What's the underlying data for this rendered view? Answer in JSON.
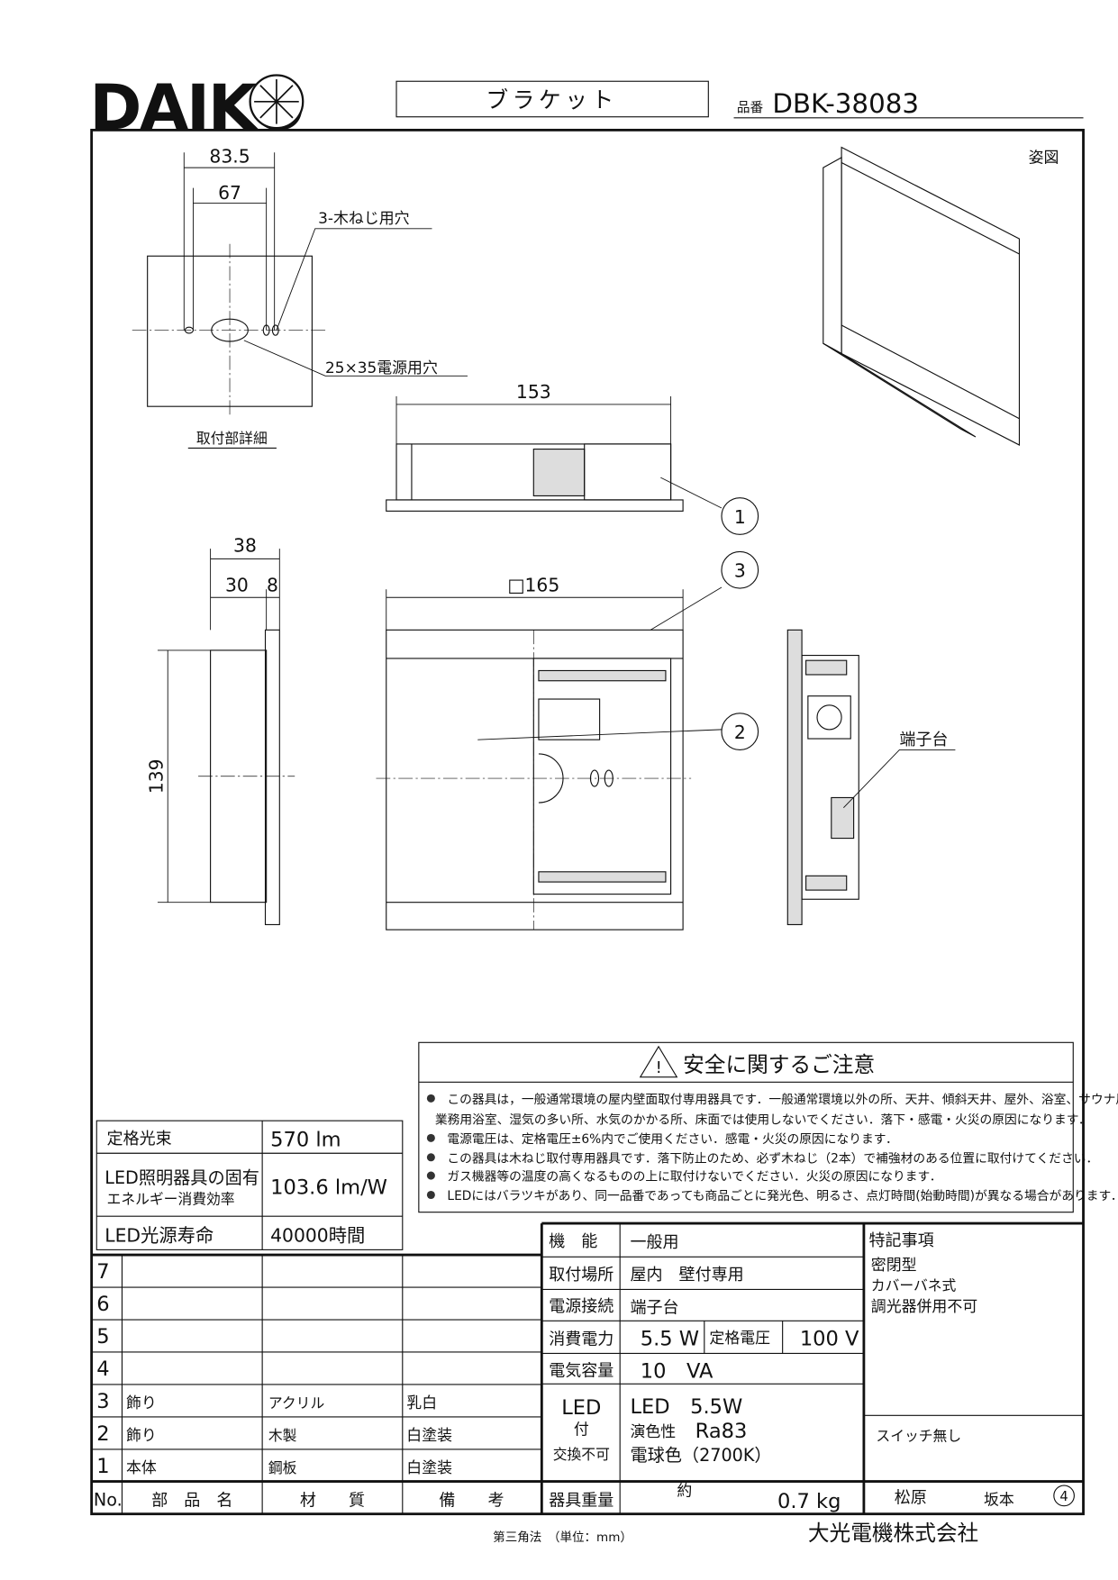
{
  "header": {
    "logo": "DAIKO",
    "product_type": "ブラケット",
    "part_no_label": "品番",
    "part_no": "DBK-38083"
  },
  "drawing": {
    "perspective_label": "姿図",
    "mount_detail_label": "取付部詳細",
    "screw_hole_note": "3-木ねじ用穴",
    "power_hole_note": "25×35電源用穴",
    "terminal_label": "端子台",
    "dims": {
      "d83_5": "83.5",
      "d67": "67",
      "d153": "153",
      "d165": "□165",
      "d38": "38",
      "d30": "30",
      "d8": "8",
      "d139": "139"
    },
    "callouts": [
      "1",
      "2",
      "3"
    ]
  },
  "safety": {
    "title": "安全に関するご注意",
    "notes": [
      "この器具は，一般通常環境の屋内壁面取付専用器具です．一般通常環境以外の所、天井、傾斜天井、屋外、浴室、サウナ風呂、",
      "業務用浴室、湿気の多い所、水気のかかる所、床面では使用しないでください．落下・感電・火災の原因になります．",
      "電源電圧は、定格電圧±6%内でご使用ください．感電・火災の原因になります．",
      "この器具は木ねじ取付専用器具です．落下防止のため、必ず木ねじ（2本）で補強材のある位置に取付けてください．",
      "ガス機器等の温度の高くなるものの上に取付けないでください．火災の原因になります．",
      "LEDにはバラツキがあり、同一品番であっても商品ごとに発光色、明るさ、点灯時間(始動時間)が異なる場合があります．"
    ]
  },
  "performance": [
    {
      "label": "定格光束",
      "value": "570 lm"
    },
    {
      "label": "LED照明器具の固有",
      "label2": "エネルギー消費効率",
      "value": "103.6 lm/W"
    },
    {
      "label": "LED光源寿命",
      "value": "40000時間"
    }
  ],
  "parts": {
    "headers": [
      "No.",
      "部　品　名",
      "材　　質",
      "備　　考"
    ],
    "rows": [
      {
        "no": "7",
        "name": "",
        "material": "",
        "note": ""
      },
      {
        "no": "6",
        "name": "",
        "material": "",
        "note": ""
      },
      {
        "no": "5",
        "name": "",
        "material": "",
        "note": ""
      },
      {
        "no": "4",
        "name": "",
        "material": "",
        "note": ""
      },
      {
        "no": "3",
        "name": "飾り",
        "material": "アクリル",
        "note": "乳白"
      },
      {
        "no": "2",
        "name": "飾り",
        "material": "木製",
        "note": "白塗装"
      },
      {
        "no": "1",
        "name": "本体",
        "material": "鋼板",
        "note": "白塗装"
      }
    ]
  },
  "specs": {
    "function_label": "機　能",
    "function": "一般用",
    "location_label": "取付場所",
    "location": "屋内　壁付専用",
    "connection_label": "電源接続",
    "connection": "端子台",
    "power_label": "消費電力",
    "power": "5.5 W",
    "voltage_label": "定格電圧",
    "voltage": "100 V",
    "capacity_label": "電気容量",
    "capacity": "10　VA",
    "led_label1": "LED",
    "led_label2": "付",
    "led_label3": "交換不可",
    "led_line1": "LED　5.5W",
    "led_line2_label": "演色性",
    "led_line2_value": "Ra83",
    "led_line3": "電球色（2700K）",
    "weight_label": "器具重量",
    "weight_prefix": "約",
    "weight": "0.7 kg"
  },
  "notes_box": {
    "title": "特記事項",
    "items": [
      "密閉型",
      "カバーバネ式",
      "調光器併用不可"
    ],
    "switch": "スイッチ無し"
  },
  "signatures": {
    "drawn": "松原",
    "checked": "坂本",
    "rev": "4"
  },
  "footer": {
    "projection": "第三角法　（単位：mm）",
    "company": "大光電機株式会社"
  }
}
